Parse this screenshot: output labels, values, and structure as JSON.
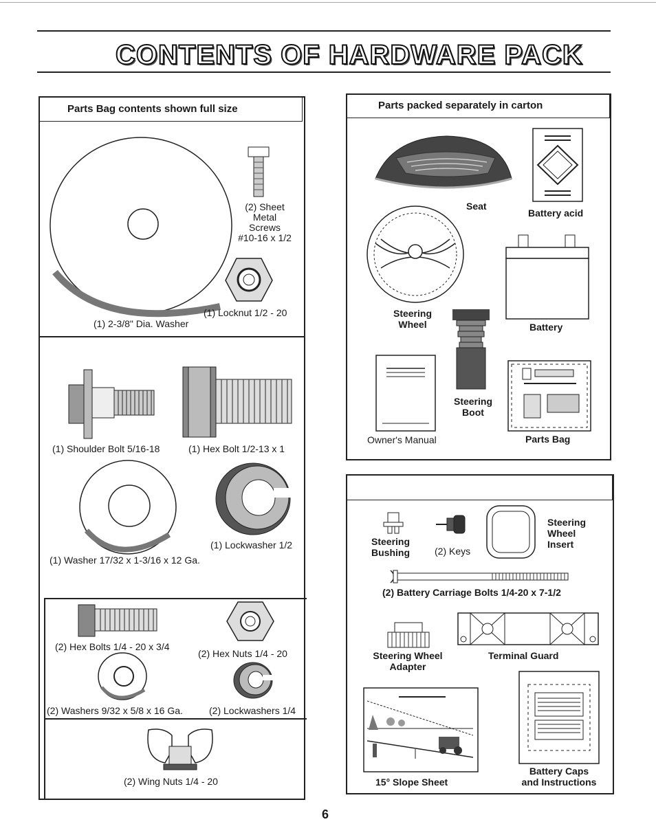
{
  "page_title": "CONTENTS OF HARDWARE PACK",
  "page_number": "6",
  "left_panel": {
    "header": "Parts Bag contents shown full size",
    "items": {
      "sheet_metal_screws": [
        "(2) Sheet",
        "Metal",
        "Screws",
        "#10-16 x 1/2"
      ],
      "locknut": "(1) Locknut  1/2 - 20",
      "big_washer": "(1) 2-3/8\" Dia. Washer",
      "shoulder_bolt": "(1) Shoulder Bolt  5/16-18",
      "hex_bolt": "(1) Hex Bolt  1/2-13 x 1",
      "lockwasher_half": "(1) Lockwasher  1/2",
      "washer_17_32": "(1) Washer  17/32 x 1-3/16 x 12 Ga.",
      "hex_bolts_quarter": "(2) Hex Bolts  1/4 - 20 x 3/4",
      "hex_nuts_quarter": "(2) Hex Nuts  1/4 - 20",
      "washers_9_32": "(2) Washers  9/32  x 5/8 x 16 Ga.",
      "lockwashers_quarter": "(2) Lockwashers  1/4",
      "wing_nuts": "(2) Wing Nuts  1/4 - 20"
    }
  },
  "right_top_panel": {
    "header": "Parts packed separately in carton",
    "items": {
      "seat": "Seat",
      "battery_acid": "Battery acid",
      "steering_wheel": [
        "Steering",
        "Wheel"
      ],
      "battery": "Battery",
      "steering_boot": [
        "Steering",
        "Boot"
      ],
      "owners_manual": "Owner's Manual",
      "parts_bag": "Parts Bag"
    }
  },
  "right_bottom_panel": {
    "header": "",
    "items": {
      "steering_bushing": [
        "Steering",
        "Bushing"
      ],
      "keys": "(2) Keys",
      "steering_wheel_insert": [
        "Steering",
        "Wheel",
        "Insert"
      ],
      "battery_carriage_bolts": "(2) Battery Carriage Bolts 1/4-20 x 7-1/2",
      "steering_wheel_adapter": [
        "Steering Wheel",
        "Adapter"
      ],
      "terminal_guard": "Terminal Guard",
      "slope_sheet": "15° Slope Sheet",
      "battery_caps": [
        "Battery Caps",
        "and Instructions"
      ]
    }
  }
}
